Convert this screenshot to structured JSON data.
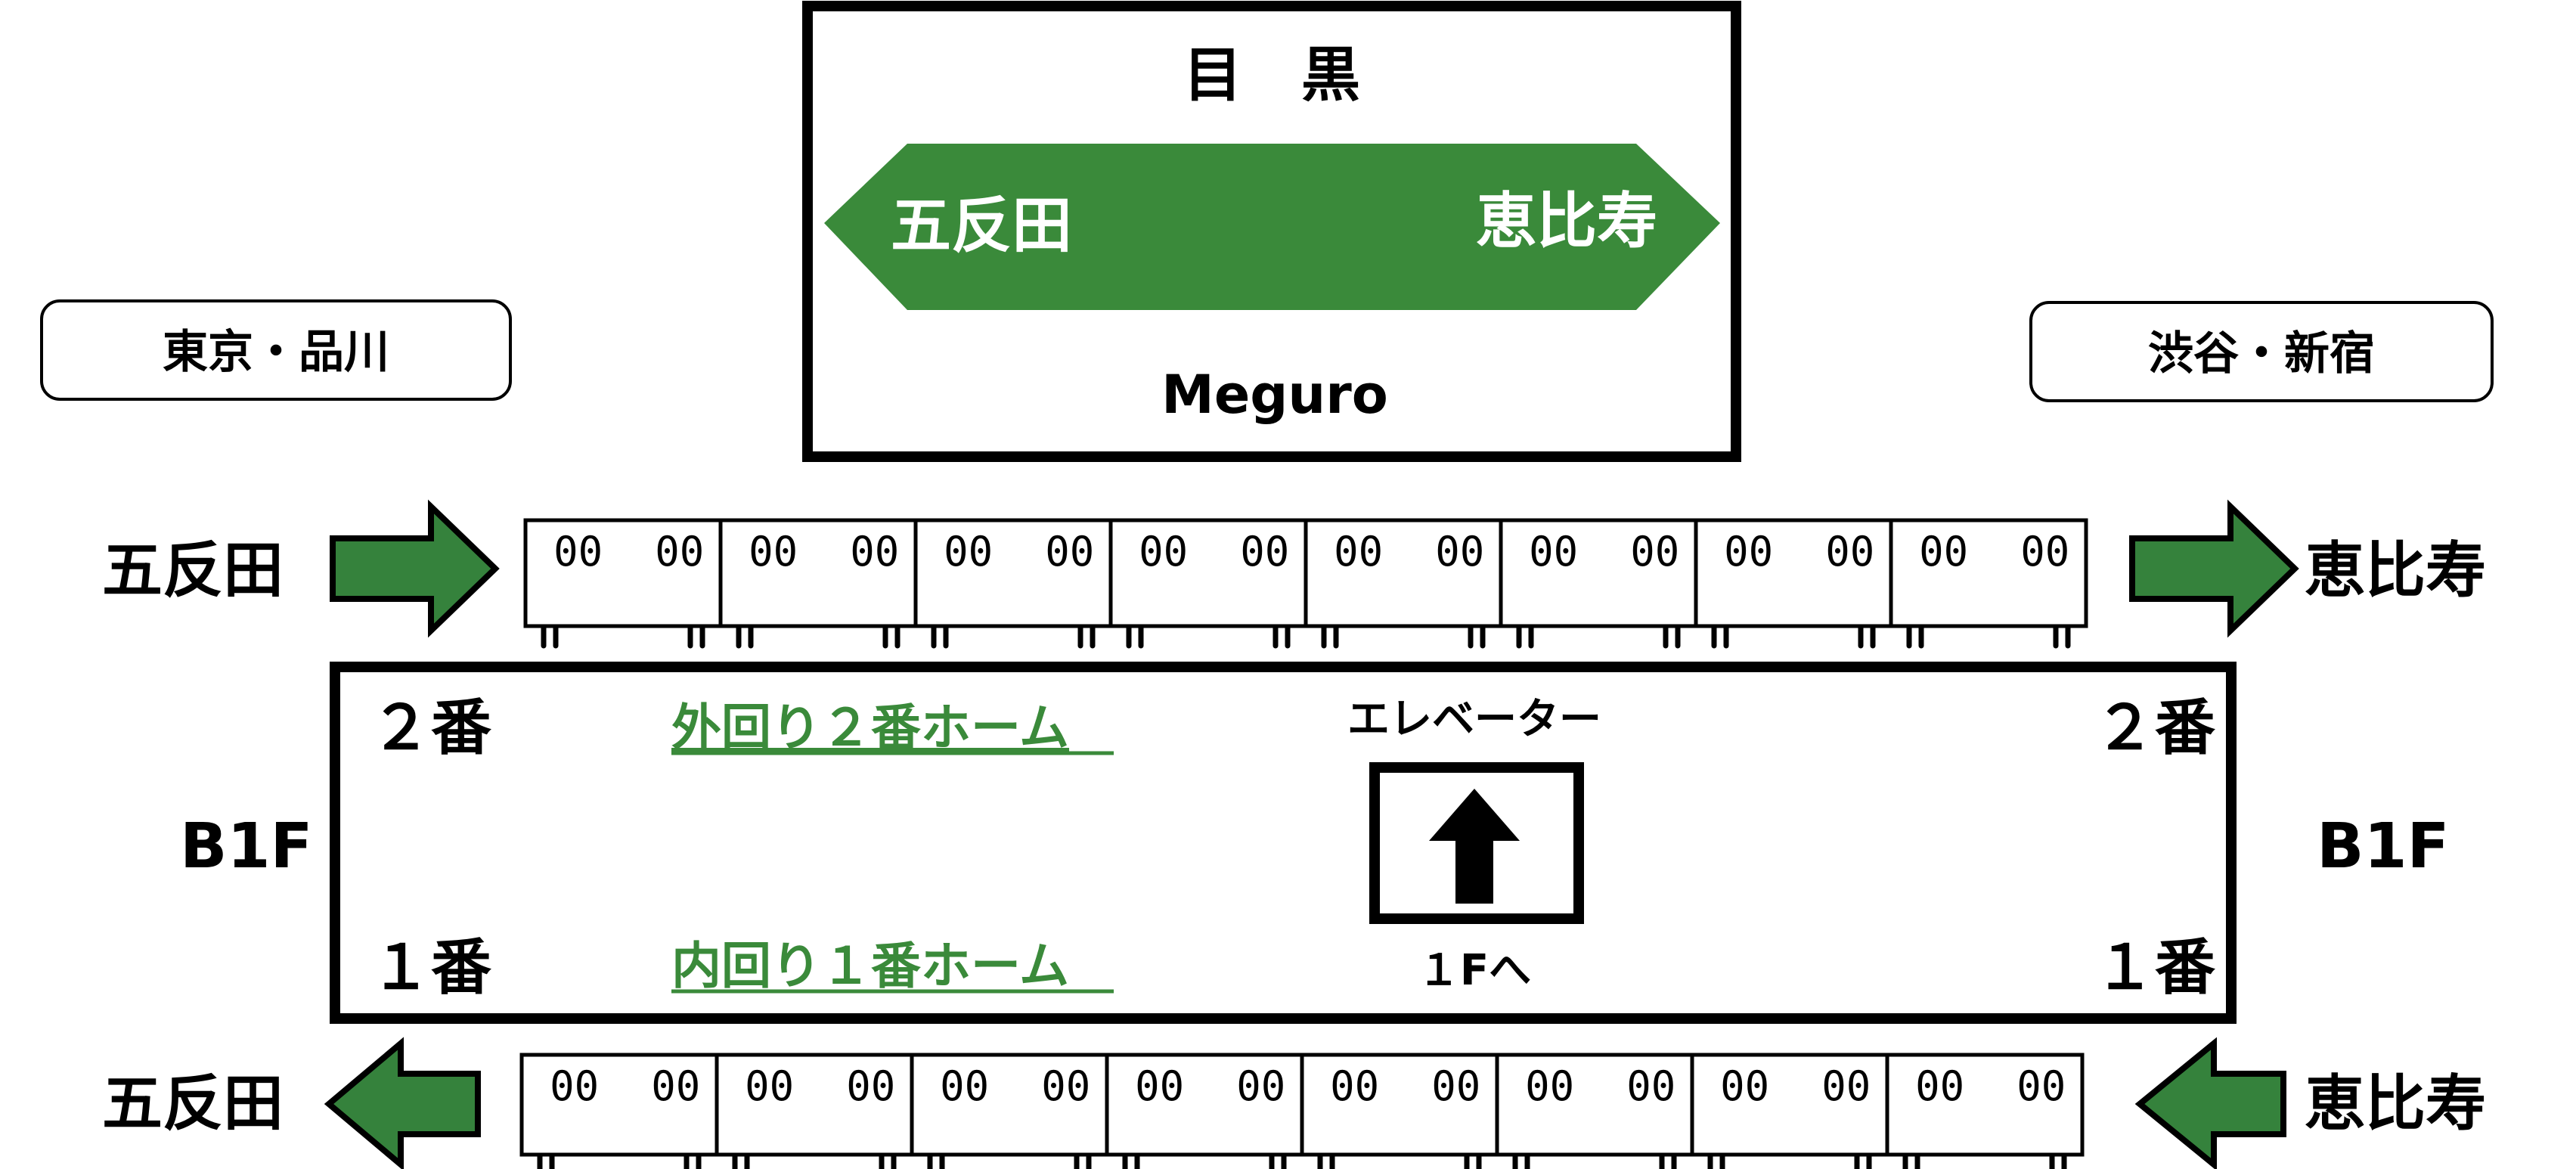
{
  "station": {
    "name_ja": "目　黒",
    "name_en": "Meguro",
    "prev_station": "五反田",
    "next_station": "恵比寿",
    "sign_color": "#3a8a3a"
  },
  "directions": {
    "left": "東京・品川",
    "right": "渋谷・新宿"
  },
  "tracks": {
    "top": {
      "from": "五反田",
      "to": "恵比寿"
    },
    "bottom": {
      "from": "恵比寿",
      "to": "五反田"
    }
  },
  "platform": {
    "floor_left": "B1F",
    "floor_right": "B1F",
    "track2_label": "２番",
    "track1_label": "１番",
    "track2_name": "外回り２番ホーム",
    "track1_name": "内回り１番ホーム",
    "elevator_label": "エレベーター",
    "elevator_dest": "１Fへ"
  },
  "train": {
    "car_count": 8,
    "window_glyph": "00",
    "arrow_color": "#35823c"
  }
}
